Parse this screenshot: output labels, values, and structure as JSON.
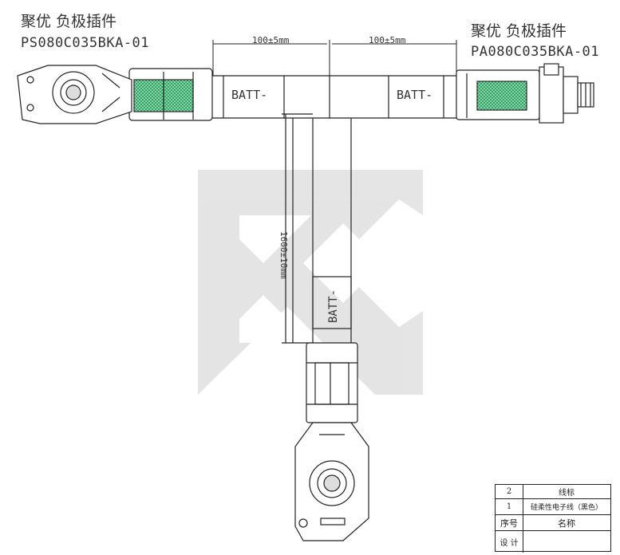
{
  "left_connector": {
    "title": "聚优 负极插件",
    "part_number": "PS080C035BKA-01"
  },
  "right_connector": {
    "title": "聚优 负极插件",
    "part_number": "PA080C035BKA-01"
  },
  "dimensions": {
    "left_length": "100±5mm",
    "right_length": "100±5mm",
    "vertical_length": "1600±10mm"
  },
  "cable_labels": {
    "left": "BATT-",
    "right": "BATT-",
    "vertical": "BATT-"
  },
  "parts_table": {
    "rows": [
      {
        "index": "2",
        "name": "线标"
      },
      {
        "index": "1",
        "name": "硅柔性电子线（黑色）"
      }
    ],
    "header": {
      "index": "序号",
      "name": "名称"
    },
    "footer": {
      "label": "设 计"
    }
  },
  "colors": {
    "line": "#222222",
    "accent_green": "#2fa866",
    "watermark": "#cfcfcf"
  }
}
